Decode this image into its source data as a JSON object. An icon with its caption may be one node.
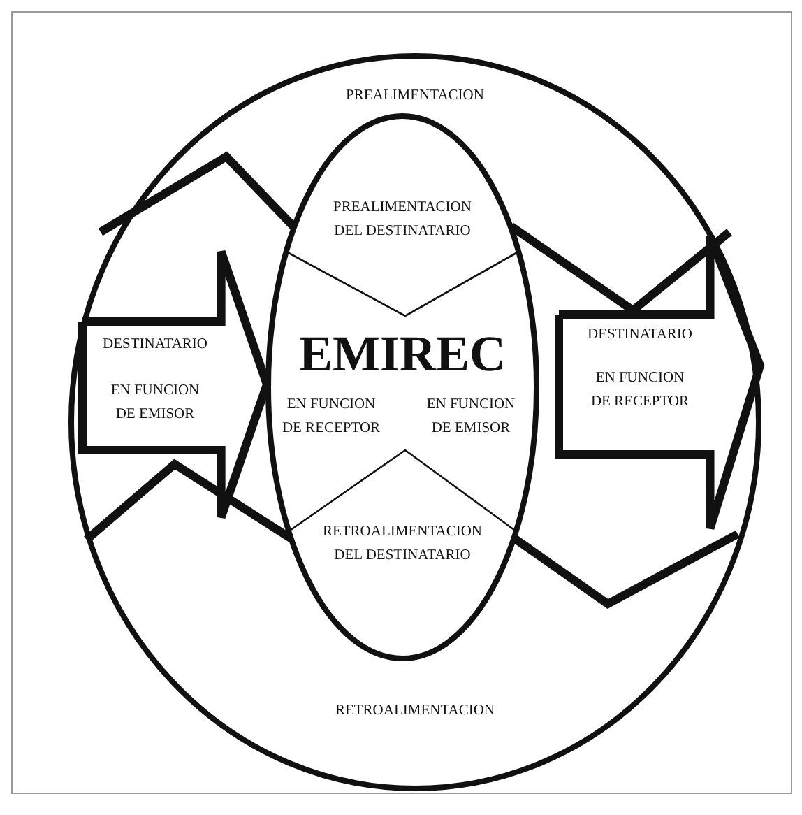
{
  "diagram": {
    "nodes": [
      {
        "text": [
          "PREALIMENTACION",
          "RETROALIMENTACION"
        ]
      },
      {
        "text": [
          "PREALIMENTACION DEL DESTINATARIO",
          "EMIREC",
          "EN FUNCION DE RECEPTOR",
          "EN FUNCION DE EMISOR",
          "RETROALIMENTACION DEL DESTINATARIO"
        ],
        "in": 0
      },
      {
        "text": [
          "DESTINATARIO",
          "EN FUNCION DE EMISOR"
        ],
        "in": 0
      },
      {
        "text": [
          "DESTINATARIO",
          "EN FUNCION DE RECEPTOR"
        ],
        "in": 0
      }
    ]
  }
}
